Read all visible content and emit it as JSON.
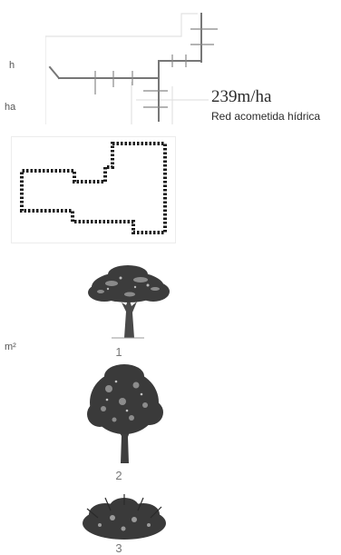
{
  "left_fragments": {
    "frag_top": "h",
    "frag_ha": "ha",
    "frag_m2": "m²"
  },
  "network_plan": {
    "value": "239m/ha",
    "label": "Red acometida hídrica",
    "line_color": "#777777"
  },
  "footprint_plan": {
    "outline_color": "#1a1a1a"
  },
  "trees": [
    {
      "label": "1",
      "icon": "broadleaf-tree"
    },
    {
      "label": "2",
      "icon": "round-canopy-tree"
    },
    {
      "label": "3",
      "icon": "shrub"
    }
  ]
}
